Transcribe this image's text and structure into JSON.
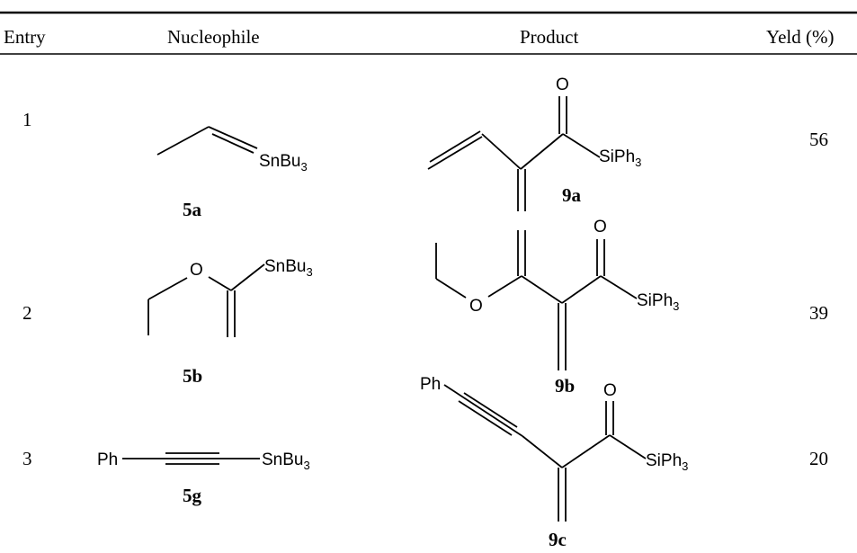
{
  "table": {
    "headers": {
      "entry": "Entry",
      "nucleophile": "Nucleophile",
      "product": "Product",
      "yield": "Yeld (%)"
    },
    "rows": [
      {
        "entry": "1",
        "nucleophile_label": "5a",
        "nucleophile_group": "SnBu",
        "nucleophile_group_sub": "3",
        "product_label": "9a",
        "product_group": "SiPh",
        "product_group_sub": "3",
        "product_oxygen": "O",
        "yield": "56"
      },
      {
        "entry": "2",
        "nucleophile_label": "5b",
        "nucleophile_oxygen": "O",
        "nucleophile_group": "SnBu",
        "nucleophile_group_sub": "3",
        "product_label": "9b",
        "product_ether_oxygen": "O",
        "product_oxygen": "O",
        "product_group": "SiPh",
        "product_group_sub": "3",
        "yield": "39"
      },
      {
        "entry": "3",
        "nucleophile_label": "5g",
        "nucleophile_phenyl": "Ph",
        "nucleophile_group": "SnBu",
        "nucleophile_group_sub": "3",
        "product_label": "9c",
        "product_phenyl": "Ph",
        "product_oxygen": "O",
        "product_group": "SiPh",
        "product_group_sub": "3",
        "yield": "20"
      }
    ]
  }
}
